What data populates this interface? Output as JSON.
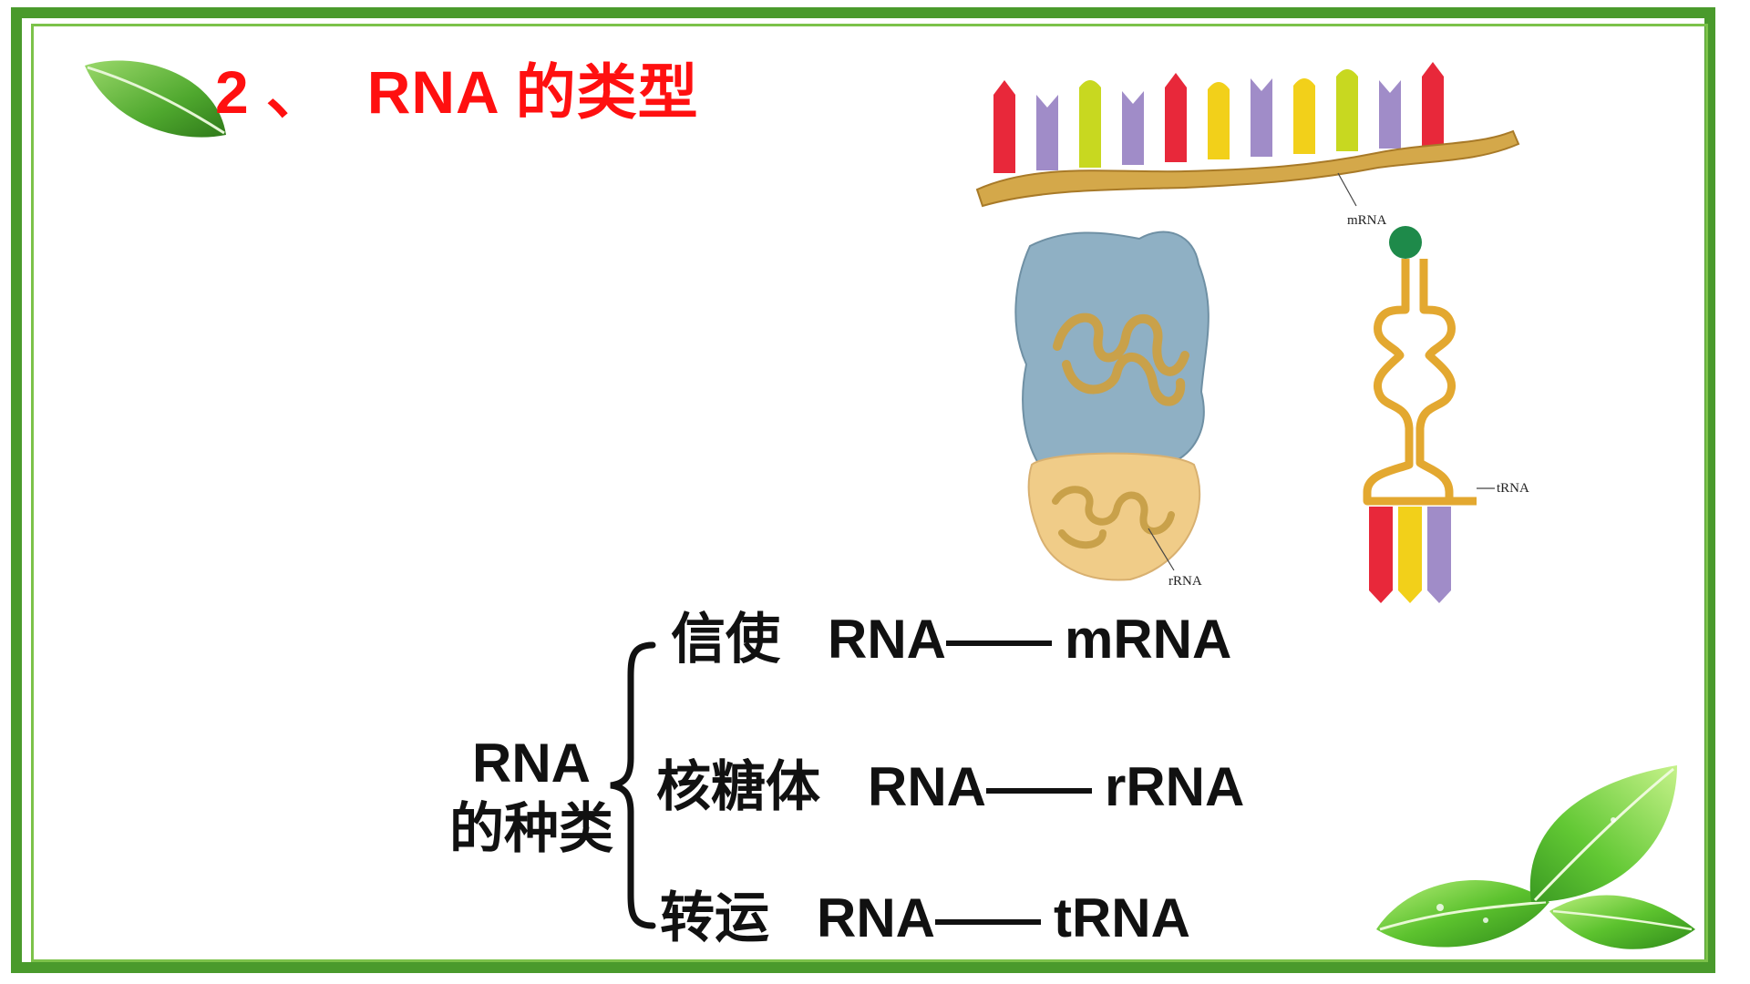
{
  "title": {
    "number": "2",
    "separator": "、",
    "text": "RNA 的类型"
  },
  "diagram": {
    "mrna_label": "mRNA",
    "rrna_label": "rRNA",
    "trna_label": "tRNA",
    "colors": {
      "red": "#e8283a",
      "purple": "#a08cc8",
      "yellow_green": "#c8d820",
      "yellow": "#f2d01a",
      "strand": "#d4a84a",
      "ribosome_large": "#8fb0c4",
      "ribosome_small": "#f0cc88",
      "trna_ball": "#1e8a4a"
    }
  },
  "classification": {
    "heading_line1": "RNA",
    "heading_line2": "的种类",
    "rows": [
      {
        "cn": "信使",
        "rna": "RNA",
        "dash": "——",
        "abbr": "mRNA"
      },
      {
        "cn": "核糖体",
        "rna": "RNA",
        "dash": "——",
        "abbr": "rRNA"
      },
      {
        "cn": "转运",
        "rna": "RNA",
        "dash": "——",
        "abbr": "tRNA"
      }
    ]
  },
  "theme": {
    "frame_green": "#4a9a2c",
    "title_red": "#ff1010"
  }
}
